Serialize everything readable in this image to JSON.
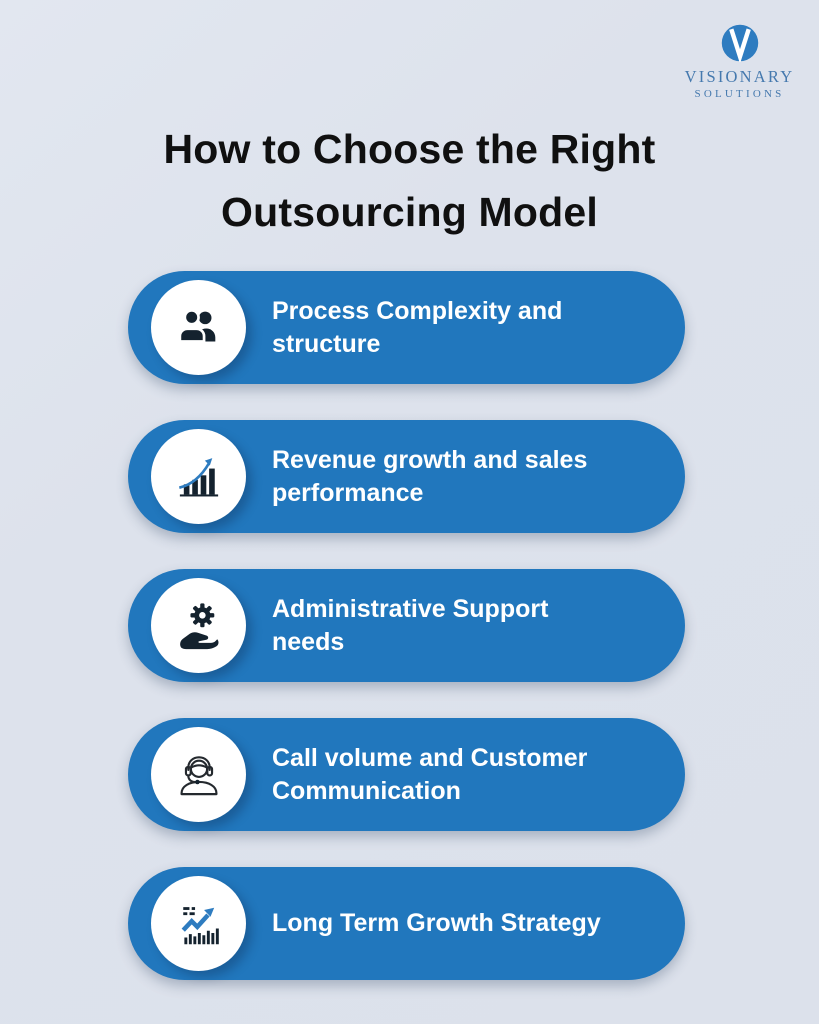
{
  "brand": {
    "logo_icon": "v-circle-logo-icon",
    "name": "VISIONARY",
    "tagline": "SOLUTIONS"
  },
  "title": {
    "line1": "How to Choose the Right",
    "line2": "Outsourcing Model"
  },
  "items": [
    {
      "icon": "people-icon",
      "label": "Process Complexity and structure"
    },
    {
      "icon": "bar-chart-growth-icon",
      "label": "Revenue growth and sales performance"
    },
    {
      "icon": "hand-gear-icon",
      "label": "Administrative Support needs"
    },
    {
      "icon": "headset-support-icon",
      "label": "Call volume and Customer Communication"
    },
    {
      "icon": "growth-strategy-icon",
      "label": "Long Term Growth Strategy"
    }
  ],
  "colors": {
    "background": "#dde2ec",
    "pill_blue": "#2177bd",
    "accent_blue": "#2e7cc0",
    "logo_blue": "#4579ae",
    "icon_dark": "#14222e",
    "title_text": "#101010",
    "pill_text": "#ffffff"
  }
}
